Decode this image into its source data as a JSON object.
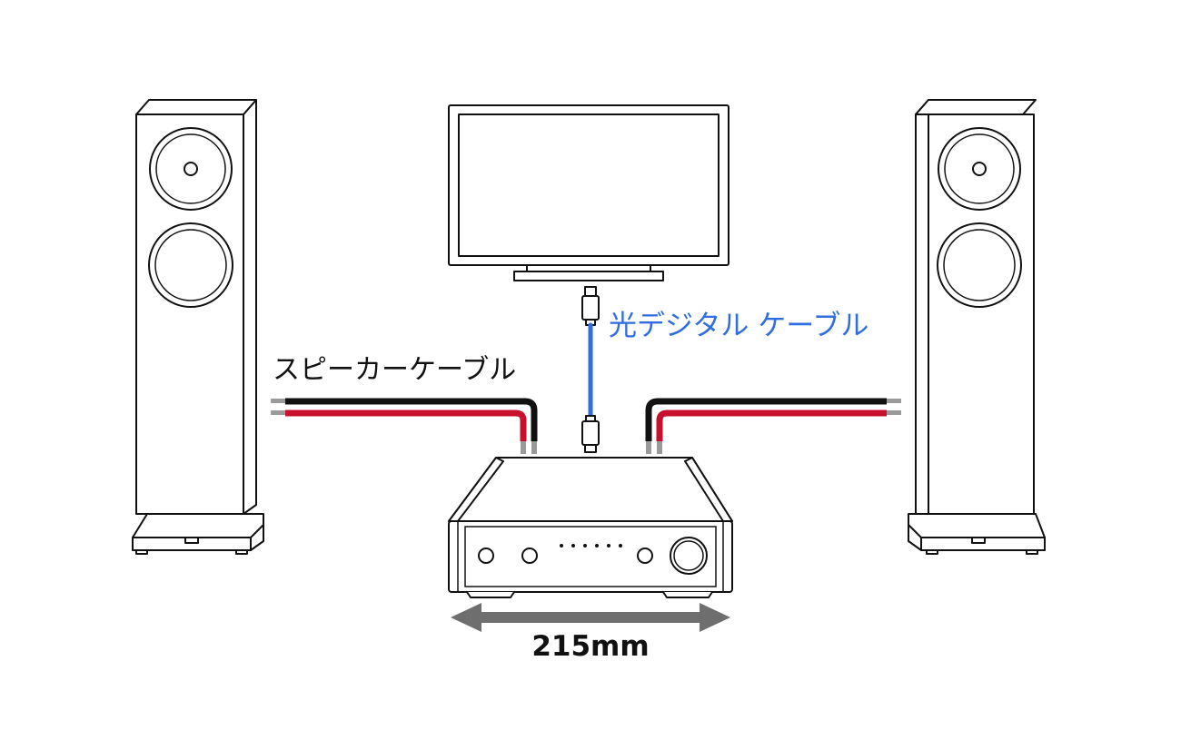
{
  "labels": {
    "optical_cable": "光デジタル ケーブル",
    "speaker_cable": "スピーカーケーブル",
    "width_dimension": "215mm"
  },
  "amplifier": {
    "indicator_count": 6
  },
  "colors": {
    "optical_cable": "#2f6de0",
    "speaker_wire_negative": "#111111",
    "speaker_wire_positive": "#c8102e",
    "dimension_arrow": "#6e6e6e",
    "outline": "#111111"
  }
}
